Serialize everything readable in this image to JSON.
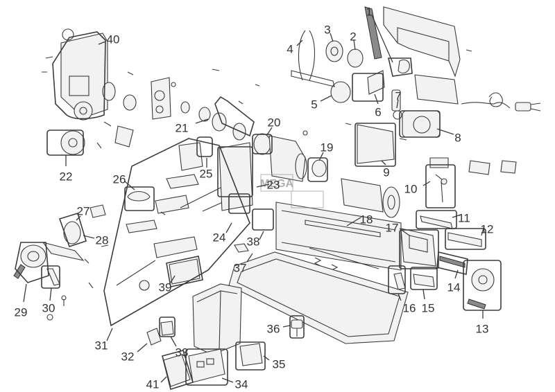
{
  "diagram": {
    "type": "exploded-parts-view",
    "part_numbers": [
      "1",
      "2",
      "3",
      "4",
      "5",
      "6",
      "7",
      "8",
      "9",
      "10",
      "11",
      "12",
      "13",
      "14",
      "15",
      "16",
      "17",
      "18",
      "19",
      "20",
      "21",
      "22",
      "23",
      "24",
      "25",
      "26",
      "27",
      "28",
      "29",
      "30",
      "31",
      "32",
      "33",
      "34",
      "35",
      "36",
      "37",
      "38",
      "39",
      "40",
      "41"
    ],
    "watermark": "MEGA"
  },
  "colors": {
    "ink": "#3a3a3a",
    "label": "#333333",
    "paper": "#ffffff",
    "fill": "#f2f2f2",
    "watermark": "#8a8a8a"
  }
}
